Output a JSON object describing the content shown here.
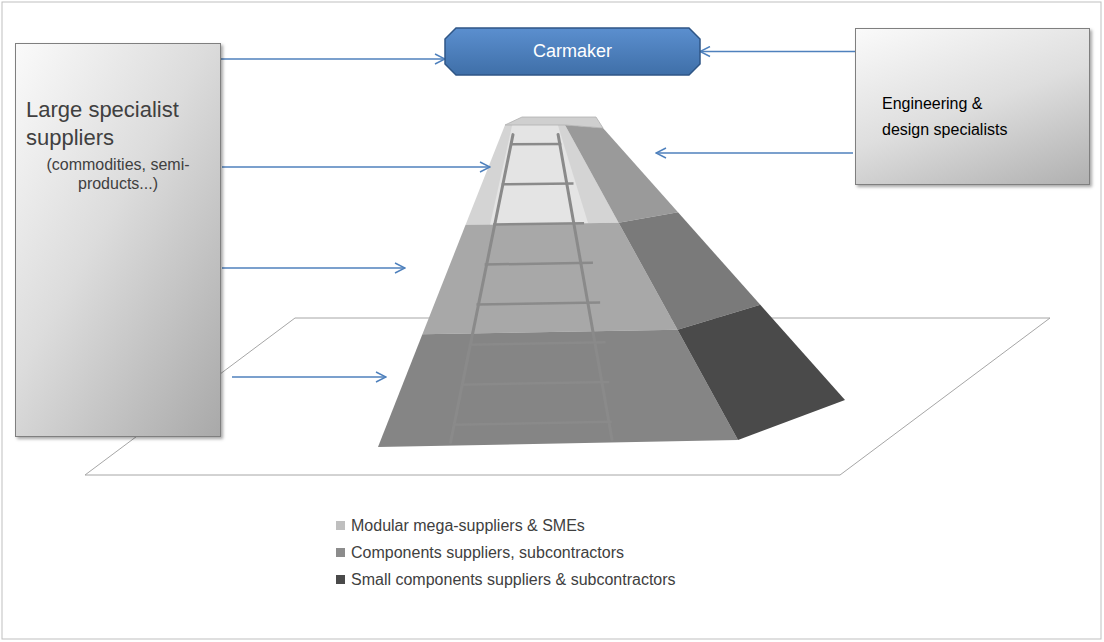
{
  "diagram": {
    "nodes": [
      {
        "text": [
          "Large specialist suppliers",
          "(commodities, semi-products...)"
        ]
      },
      {
        "text": [
          "Carmaker"
        ]
      },
      {
        "text": [
          "Engineering & design specialists"
        ]
      }
    ],
    "edges": [
      {
        "from": 0,
        "to": 1,
        "arrow": "to"
      },
      {
        "from": 2,
        "to": 1,
        "arrow": "to"
      }
    ],
    "legend": [
      {
        "text": "Modular mega-suppliers & SMEs",
        "color": "#bfbfbf"
      },
      {
        "text": "Components suppliers, subcontractors",
        "color": "#8c8c8c"
      },
      {
        "text": "Small components suppliers & subcontractors",
        "color": "#4a4a4a"
      }
    ]
  }
}
